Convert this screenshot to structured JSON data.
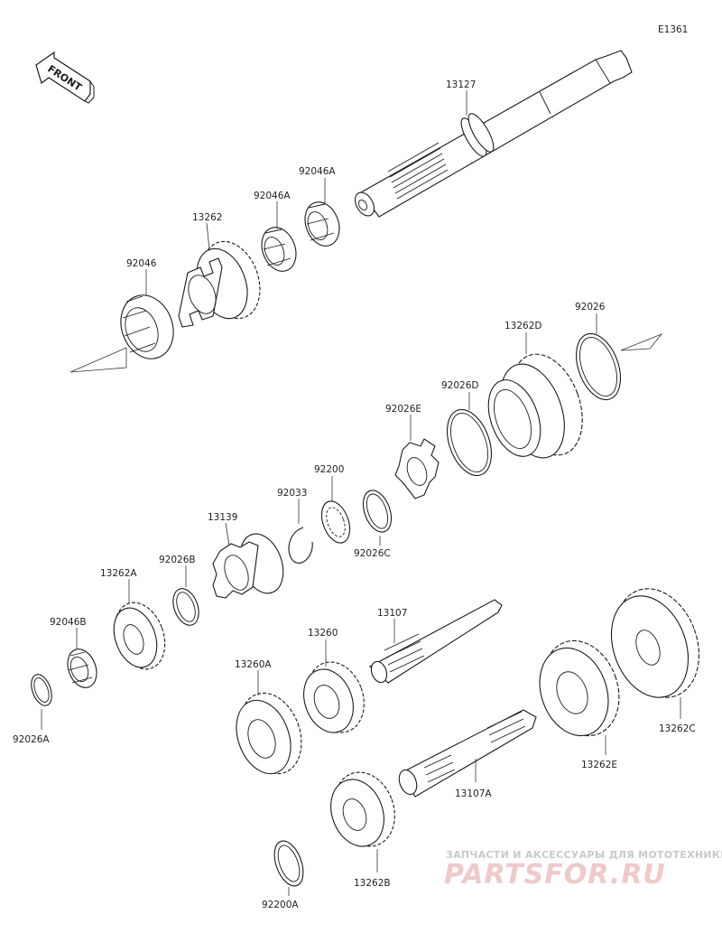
{
  "diagram_code": "E1361",
  "front_label": "FRONT",
  "labels": {
    "p13127": "13127",
    "p92046A_1": "92046A",
    "p92046A_2": "92046A",
    "p13262": "13262",
    "p92046": "92046",
    "p92026": "92026",
    "p13262D": "13262D",
    "p92026D": "92026D",
    "p92026E": "92026E",
    "p92200": "92200",
    "p92033": "92033",
    "p92026C": "92026C",
    "p13139": "13139",
    "p92026B": "92026B",
    "p13262A": "13262A",
    "p92046B": "92046B",
    "p92026A": "92026A",
    "p13107": "13107",
    "p13260": "13260",
    "p13260A": "13260A",
    "p13262C": "13262C",
    "p13262E": "13262E",
    "p13107A": "13107A",
    "p13262B": "13262B",
    "p92200A": "92200A"
  },
  "watermark": {
    "tagline": "ЗАПЧАСТИ И АКСЕССУАРЫ ДЛЯ МОТОТЕХНИКИ",
    "brand": "PARTSFOR.RU"
  },
  "colors": {
    "line": "#1a1a1a",
    "watermark_text": "#c9c9c9",
    "watermark_brand": "#f0c9c9"
  }
}
